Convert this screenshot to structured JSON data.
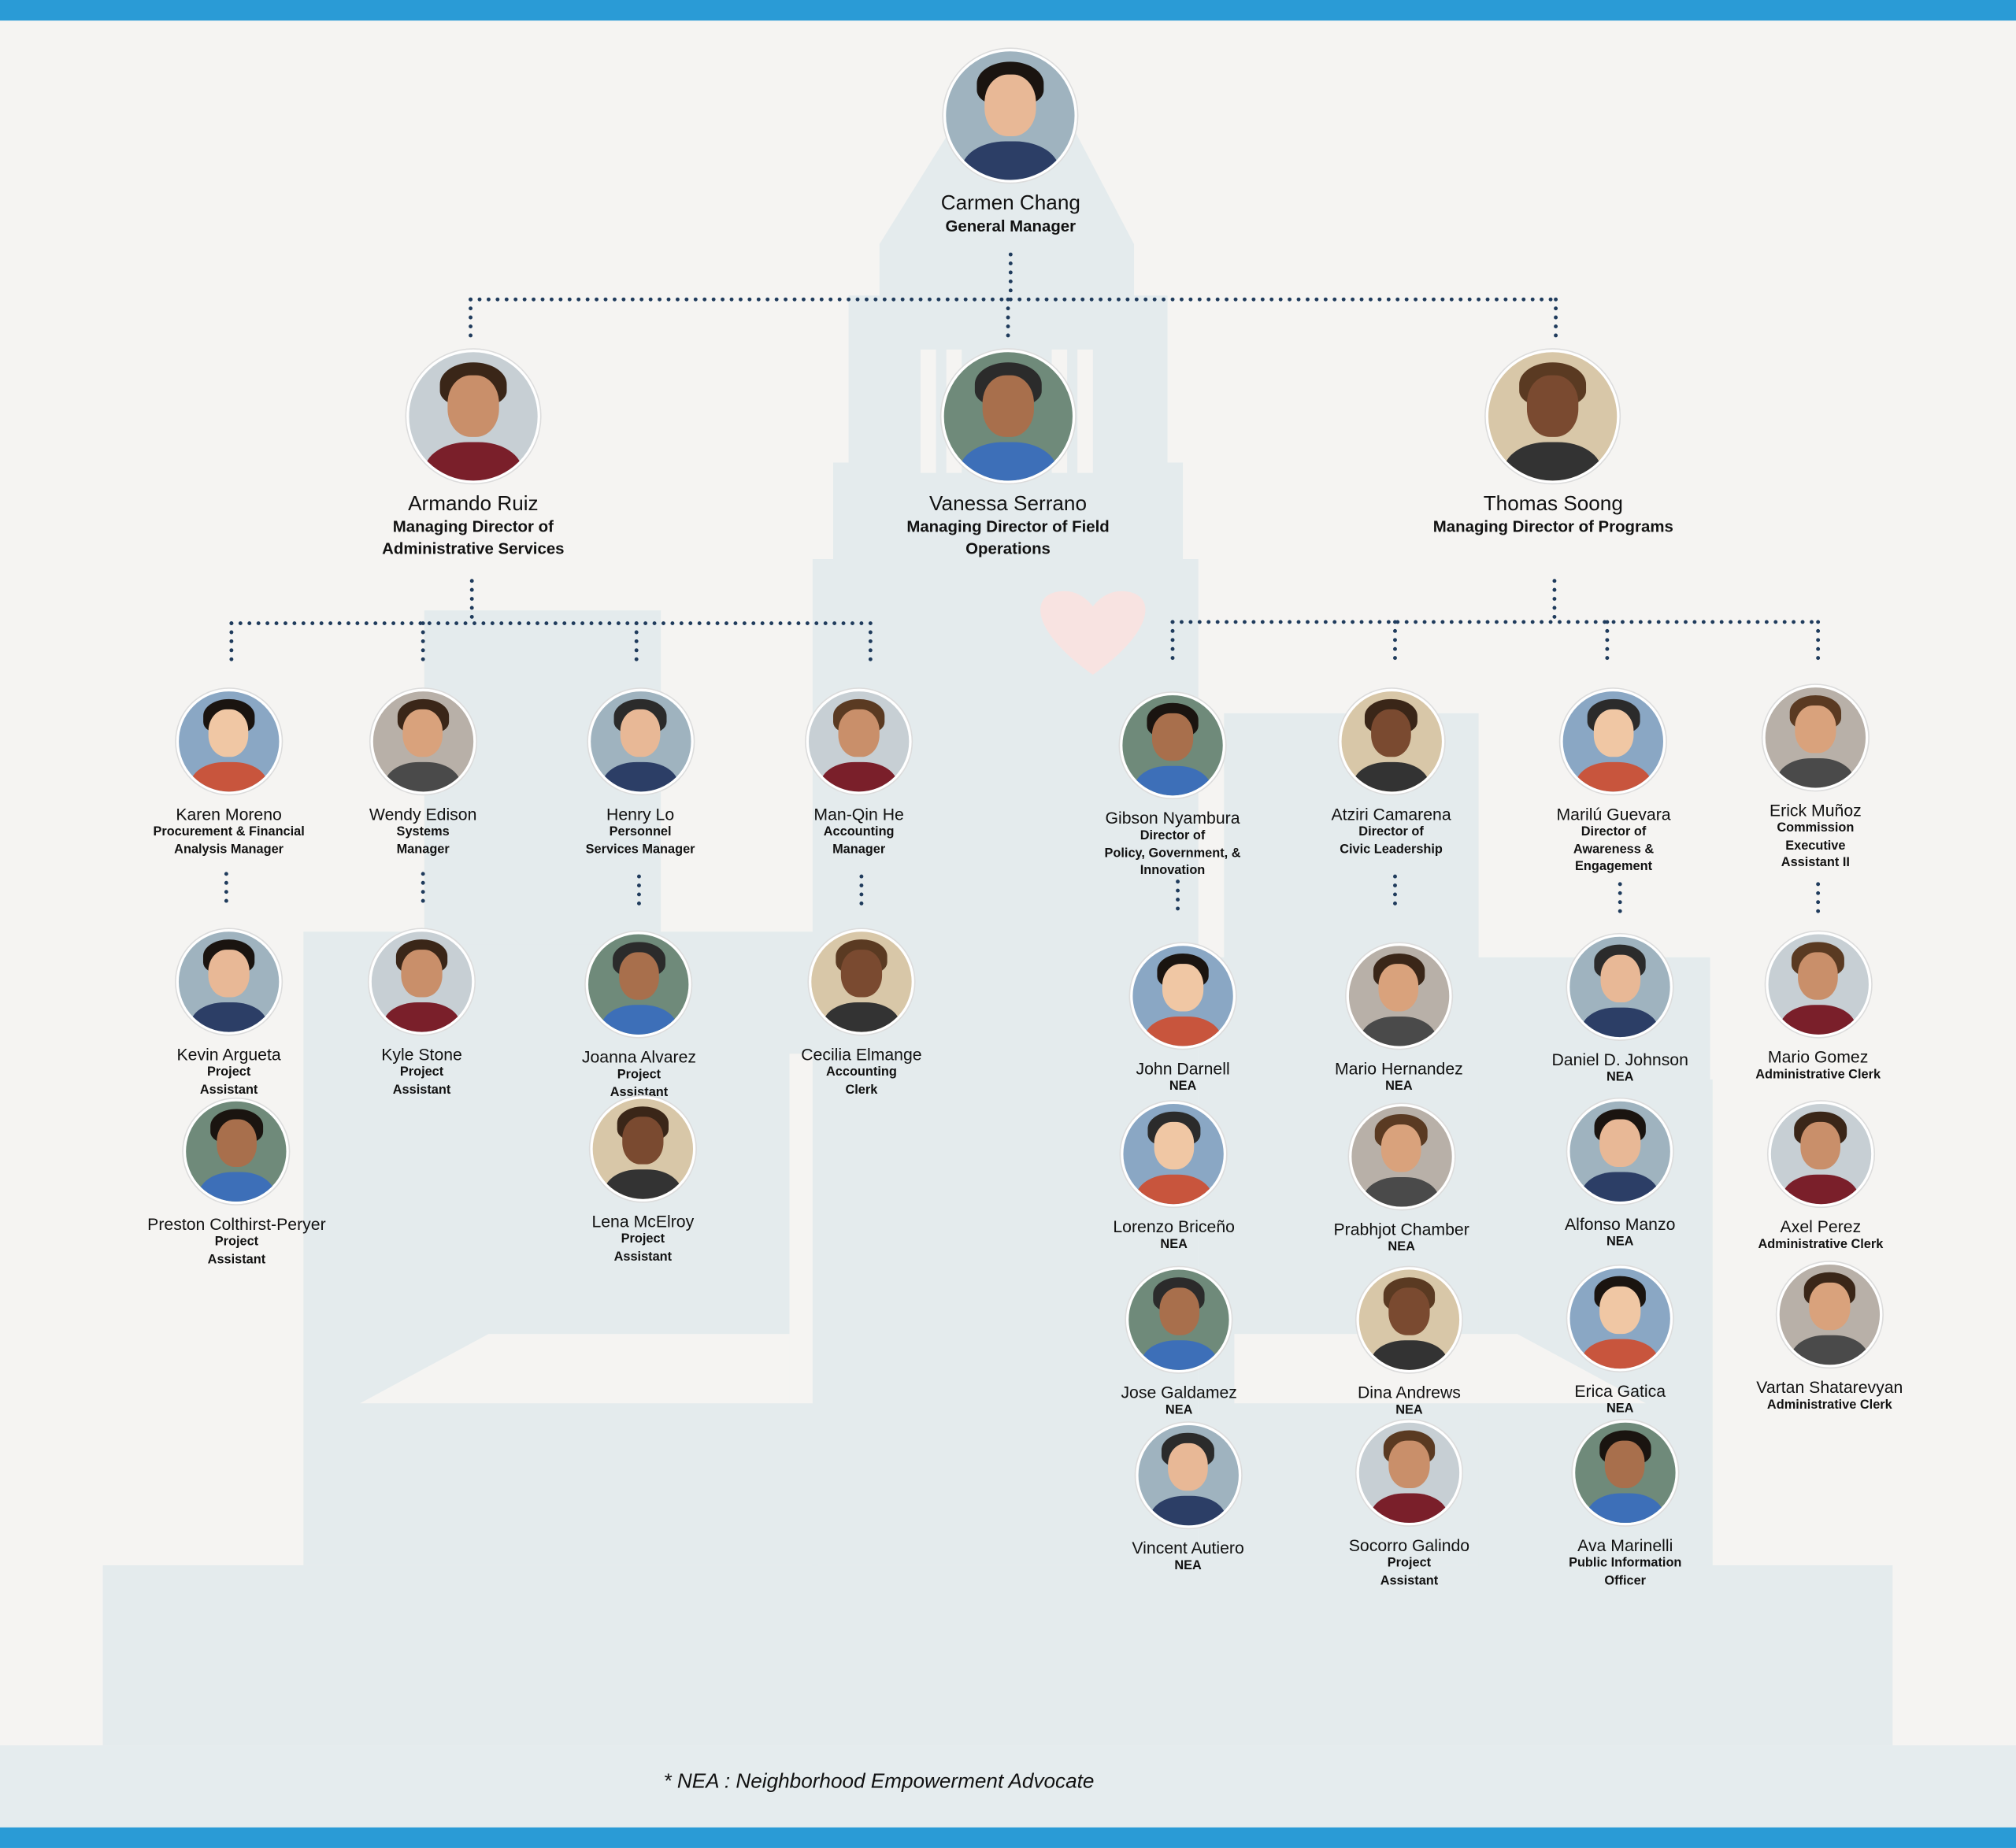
{
  "colors": {
    "accent": "#2a9bd6",
    "connector": "#1f3b5c",
    "building": "#e4ebed",
    "heart": "#f8e3e1"
  },
  "people": [
    {
      "name": "Carmen Chang",
      "title": [
        "General Manager"
      ]
    },
    {
      "name": "Armando Ruiz",
      "title": [
        "Managing Director of",
        "Administrative Services"
      ]
    },
    {
      "name": "Vanessa Serrano",
      "title": [
        "Managing Director of Field",
        "Operations"
      ]
    },
    {
      "name": "Thomas Soong",
      "title": [
        "Managing Director of Programs"
      ]
    },
    {
      "name": "Karen Moreno",
      "title": [
        "Procurement & Financial",
        "Analysis Manager"
      ]
    },
    {
      "name": "Wendy Edison",
      "title": [
        "Systems",
        "Manager"
      ]
    },
    {
      "name": "Henry Lo",
      "title": [
        "Personnel",
        "Services Manager"
      ]
    },
    {
      "name": "Man-Qin He",
      "title": [
        "Accounting",
        "Manager"
      ]
    },
    {
      "name": "Gibson Nyambura",
      "title": [
        "Director of",
        "Policy, Government, &",
        "Innovation"
      ]
    },
    {
      "name": "Atziri Camarena",
      "title": [
        "Director of",
        "Civic Leadership"
      ]
    },
    {
      "name": "Marilú Guevara",
      "title": [
        "Director of",
        "Awareness &",
        "Engagement"
      ]
    },
    {
      "name": "Erick Muñoz",
      "title": [
        "Commission",
        "Executive",
        "Assistant II"
      ]
    },
    {
      "name": "Kevin Argueta",
      "title": [
        "Project",
        "Assistant"
      ]
    },
    {
      "name": "Kyle Stone",
      "title": [
        "Project",
        "Assistant"
      ]
    },
    {
      "name": "Joanna Alvarez",
      "title": [
        "Project",
        "Assistant"
      ]
    },
    {
      "name": "Cecilia Elmange",
      "title": [
        "Accounting",
        "Clerk"
      ]
    },
    {
      "name": "John Darnell",
      "title": [
        "NEA"
      ]
    },
    {
      "name": "Mario Hernandez",
      "title": [
        "NEA"
      ]
    },
    {
      "name": "Daniel D. Johnson",
      "title": [
        "NEA"
      ]
    },
    {
      "name": "Mario Gomez",
      "title": [
        "Administrative Clerk"
      ]
    },
    {
      "name": "Preston Colthirst-Peryer",
      "title": [
        "Project",
        "Assistant"
      ]
    },
    {
      "name": "Lena McElroy",
      "title": [
        "Project",
        "Assistant"
      ]
    },
    {
      "name": "Lorenzo Briceño",
      "title": [
        "NEA"
      ]
    },
    {
      "name": "Prabhjot Chamber",
      "title": [
        "NEA"
      ]
    },
    {
      "name": "Alfonso Manzo",
      "title": [
        "NEA"
      ]
    },
    {
      "name": "Axel Perez",
      "title": [
        "Administrative Clerk"
      ]
    },
    {
      "name": "Jose Galdamez",
      "title": [
        "NEA"
      ]
    },
    {
      "name": "Dina Andrews",
      "title": [
        "NEA"
      ]
    },
    {
      "name": "Erica Gatica",
      "title": [
        "NEA"
      ]
    },
    {
      "name": "Vartan Shatarevyan",
      "title": [
        "Administrative Clerk"
      ]
    },
    {
      "name": "Vincent Autiero",
      "title": [
        "NEA"
      ]
    },
    {
      "name": "Socorro Galindo",
      "title": [
        "Project",
        "Assistant"
      ]
    },
    {
      "name": "Ava Marinelli",
      "title": [
        "Public Information",
        "Officer"
      ]
    }
  ],
  "footnote": "* NEA : Neighborhood Empowerment Advocate"
}
